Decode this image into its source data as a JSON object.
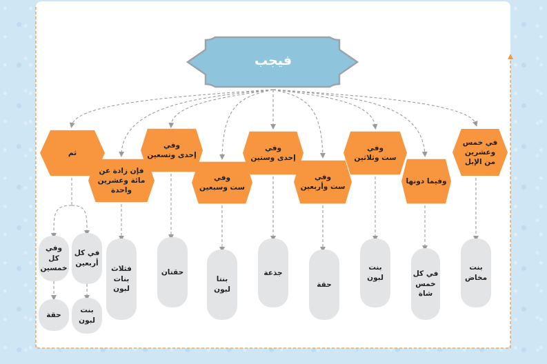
{
  "title": "فيجب",
  "branches": [
    {
      "condition": "في خمس\nوعشرين\nمن الإبل",
      "result": "بنت\nمخاض"
    },
    {
      "condition": "وفيما دونها",
      "result": "في كل\nخمس\nشاة"
    },
    {
      "condition": "وفي\nست وثلاثين",
      "result": "بنت\nلبون"
    },
    {
      "condition": "وفي\nست وأربعين",
      "result": "حقة"
    },
    {
      "condition": "وفي\nإحدى وستين",
      "result": "جذعة"
    },
    {
      "condition": "وفي\nست وسبعين",
      "result": "بنتا\nلبون"
    },
    {
      "condition": "وفي\nإحدى وتسعين",
      "result": "حقتان"
    },
    {
      "condition": "فإن زادة عن\nمائة وعشرين\nواحدة",
      "result": "فثلاث\nبنات\nلبون"
    },
    {
      "condition": "ثم",
      "results": [
        {
          "label": "في كل\nأربعين",
          "result": "بنت\nلبون"
        },
        {
          "label": "وفي\nكل\nخمسين",
          "result": "حقة"
        }
      ]
    }
  ],
  "colors": {
    "title_fill": "#8ec5dd",
    "title_stroke": "#9aa3ab",
    "condition_fill": "#f7963f",
    "result_fill": "#e3e4e6",
    "connector": "#9a9a9a",
    "frame": "#f7963f"
  }
}
